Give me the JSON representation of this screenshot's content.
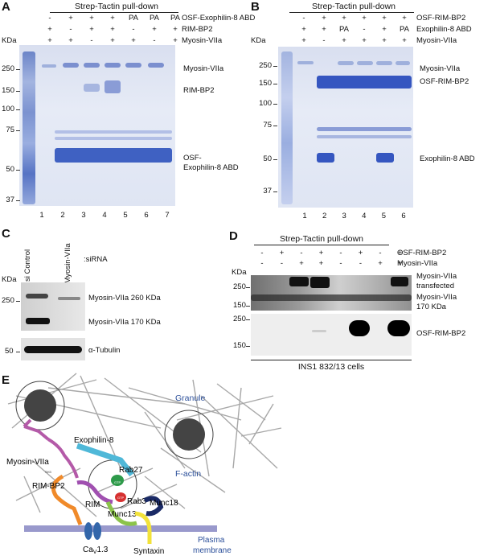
{
  "panels": {
    "A": {
      "label": "A",
      "title": "Strep-Tactin pull-down",
      "conditions": [
        {
          "name": "OSF-Exophilin-8 ABD",
          "values": [
            "-",
            "+",
            "+",
            "+",
            "PA",
            "PA",
            "PA"
          ]
        },
        {
          "name": "RIM-BP2",
          "values": [
            "+",
            "-",
            "+",
            "+",
            "-",
            "+",
            "+"
          ]
        },
        {
          "name": "Myosin-VIIa",
          "values": [
            "+",
            "+",
            "-",
            "+",
            "+",
            "-",
            "+"
          ]
        }
      ],
      "kda_label": "KDa",
      "markers": [
        "250",
        "150",
        "100",
        "75",
        "50",
        "37"
      ],
      "lanes": [
        "1",
        "2",
        "3",
        "4",
        "5",
        "6",
        "7"
      ],
      "band_labels": [
        "Myosin-VIIa",
        "RIM-BP2",
        "OSF-",
        "Exophilin-8 ABD"
      ]
    },
    "B": {
      "label": "B",
      "title": "Strep-Tactin pull-down",
      "conditions": [
        {
          "name": "OSF-RIM-BP2",
          "values": [
            "-",
            "+",
            "+",
            "+",
            "+",
            "+"
          ]
        },
        {
          "name": "Exophilin-8 ABD",
          "values": [
            "+",
            "+",
            "PA",
            "-",
            "+",
            "PA"
          ]
        },
        {
          "name": "Myosin-VIIa",
          "values": [
            "+",
            "-",
            "+",
            "+",
            "+",
            "+"
          ]
        }
      ],
      "kda_label": "KDa",
      "markers": [
        "250",
        "150",
        "100",
        "75",
        "50",
        "37"
      ],
      "lanes": [
        "1",
        "2",
        "3",
        "4",
        "5",
        "6"
      ],
      "band_labels": [
        "Myosin-VIIa",
        "OSF-RIM-BP2",
        "Exophilin-8 ABD"
      ]
    },
    "C": {
      "label": "C",
      "lane_labels": [
        "si Control",
        "si Myosin-VIIa"
      ],
      "sirna_label": ":siRNA",
      "kda_label": "KDa",
      "markers_top": [
        "250"
      ],
      "markers_bottom": [
        "50"
      ],
      "band_labels": [
        "Myosin-VIIa 260 KDa",
        "Myosin-VIIa 170 KDa",
        "α-Tubulin"
      ]
    },
    "D": {
      "label": "D",
      "title": "Strep-Tactin pull-down",
      "conditions": [
        {
          "name": "OSF-RIM-BP2",
          "values": [
            "-",
            "+",
            "-",
            "+",
            "-",
            "+",
            "-",
            "+"
          ]
        },
        {
          "name": "Myosin-VIIa",
          "values": [
            "-",
            "-",
            "+",
            "+",
            "-",
            "-",
            "+",
            "+"
          ]
        }
      ],
      "kda_label": "KDa",
      "markers_top": [
        "250",
        "150"
      ],
      "markers_bottom": [
        "250",
        "150"
      ],
      "band_labels": [
        "Myosin-VIIa",
        "transfected",
        "Myosin-VIIa",
        "170 KDa",
        "OSF-RIM-BP2"
      ],
      "cell_line": "INS1 832/13 cells"
    },
    "E": {
      "label": "E",
      "labels": {
        "granule": "Granule",
        "factin": "F-actin",
        "exophilin": "Exophilin-8",
        "myosin": "Myosin-VIIa",
        "rimbp2": "RIM-BP2",
        "rim": "RIM",
        "rab27": "Rab27",
        "rab3": "Rab3",
        "munc13": "Munc13",
        "munc18": "Munc18",
        "cav": "Ca",
        "cav_sub": "V",
        "cav_num": "1.3",
        "syntaxin": "Syntaxin",
        "plasma": "Plasma",
        "membrane": "membrane",
        "gtp": "GTP",
        "sh3": "SH3"
      },
      "colors": {
        "granule": "#444444",
        "membrane": "#9999cc",
        "exophilin": "#4fb8d8",
        "myosin": "#b45aa8",
        "rimbp2": "#f08a2a",
        "rim": "#a050b0",
        "munc13": "#8bc34a",
        "munc18": "#1a2a66",
        "syntaxin": "#f2e23a",
        "cav": "#3366aa",
        "rab27": "#2e9a4a",
        "rab3": "#d63030",
        "text_blue": "#2b4f9a"
      }
    }
  }
}
